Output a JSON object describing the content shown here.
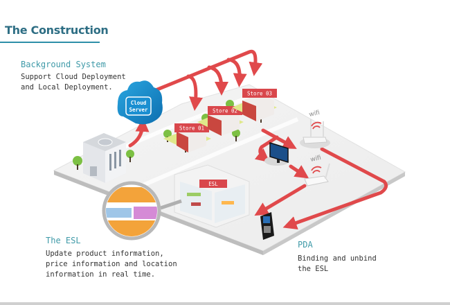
{
  "page": {
    "title": "The Construction"
  },
  "sections": {
    "background_system": {
      "heading": "Background System",
      "text": "Support Cloud Deployment\nand Local Deployment."
    },
    "esl": {
      "heading": "The ESL",
      "text": "Update product information,\nprice information and location\ninformation in real time."
    },
    "pda": {
      "heading": "PDA",
      "text": "Binding and unbind\nthe ESL"
    }
  },
  "diagram": {
    "cloud_label_line1": "Cloud",
    "cloud_label_line2": "Server",
    "stores": [
      "Store 01",
      "Store 02",
      "Store 03"
    ],
    "esl_label": "ESL",
    "wifi_labels": [
      "wifi",
      "wifi"
    ],
    "icons": [
      "cloud-icon",
      "office-building-icon",
      "store-icon",
      "wifi-router-icon",
      "monitor-icon",
      "pda-icon",
      "esl-shelf-icon",
      "magnifier-icon",
      "tree-icon"
    ],
    "colors": {
      "arrow": "#e0494b",
      "label_bg": "#d9474c",
      "cloud": "#1a8fd1",
      "heading": "#3f9aa8",
      "title": "#2e6e84"
    }
  }
}
